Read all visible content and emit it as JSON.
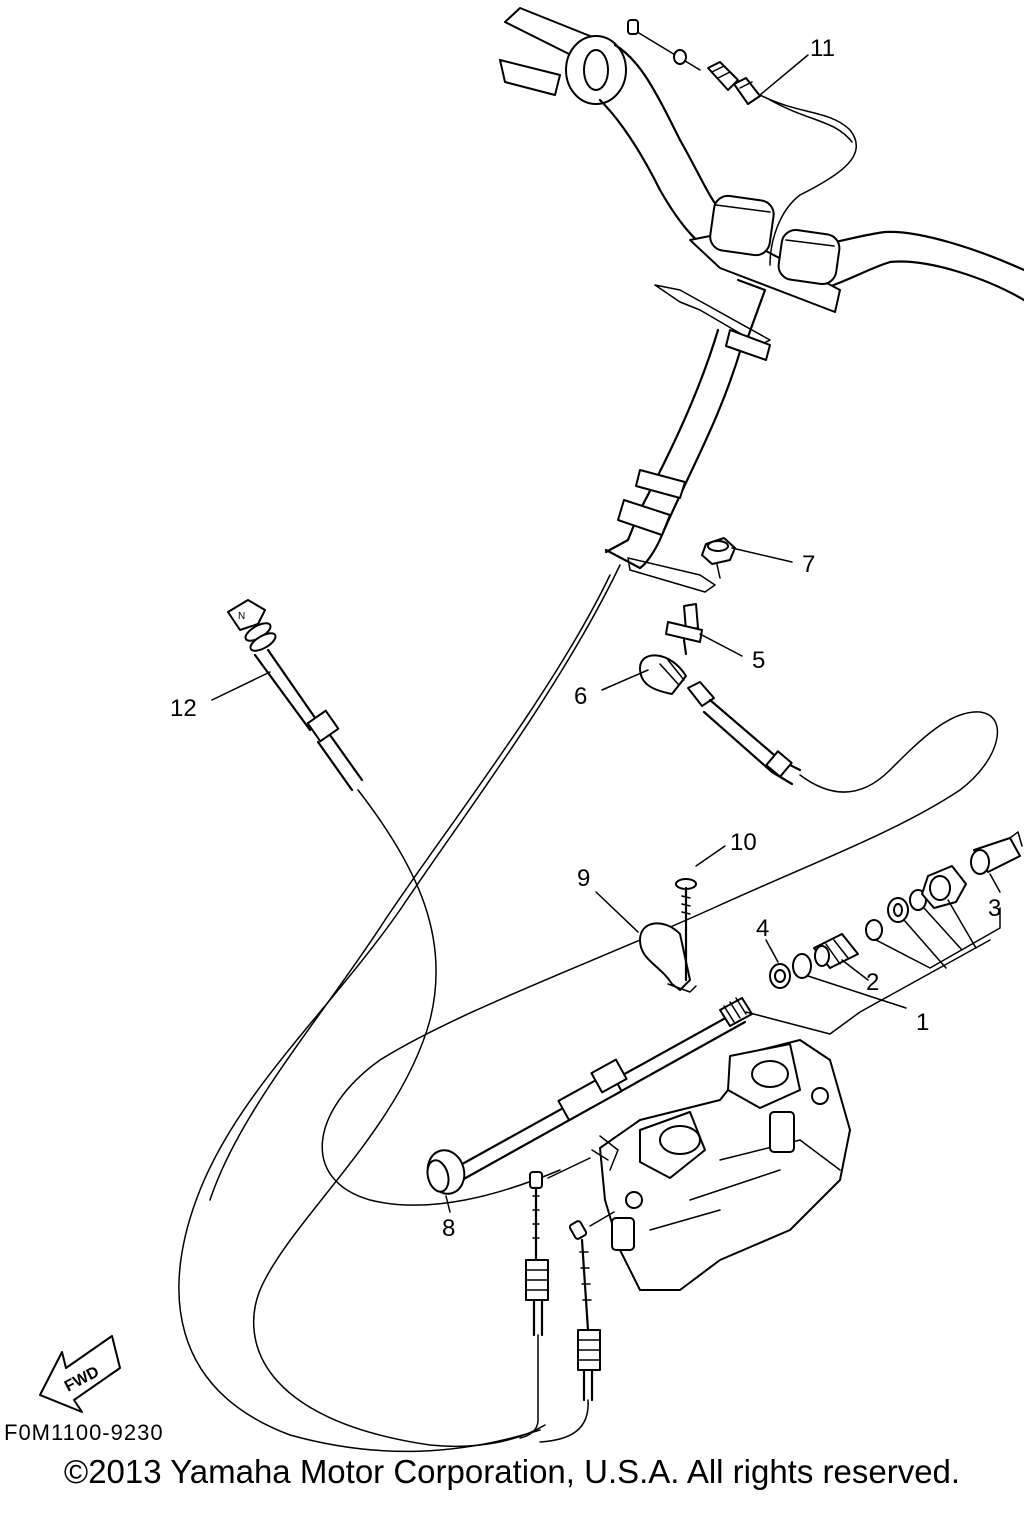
{
  "callouts": [
    {
      "id": "1",
      "label": "1"
    },
    {
      "id": "2",
      "label": "2"
    },
    {
      "id": "3",
      "label": "3"
    },
    {
      "id": "4",
      "label": "4"
    },
    {
      "id": "5",
      "label": "5"
    },
    {
      "id": "6",
      "label": "6"
    },
    {
      "id": "7",
      "label": "7"
    },
    {
      "id": "8",
      "label": "8"
    },
    {
      "id": "9",
      "label": "9"
    },
    {
      "id": "10",
      "label": "10"
    },
    {
      "id": "11",
      "label": "11"
    },
    {
      "id": "12",
      "label": "12"
    }
  ],
  "fwd_label": "FWD",
  "drawing_code": "F0M1100-9230",
  "copyright": "©2013 Yamaha Motor Corporation, U.S.A. All rights reserved."
}
